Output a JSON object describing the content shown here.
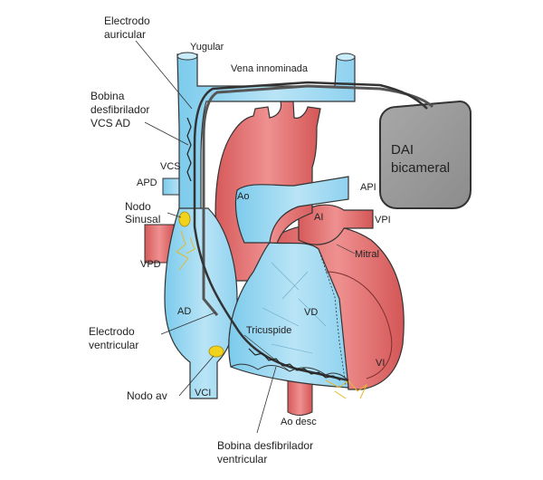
{
  "labels": {
    "electrodo_auricular_1": "Electrodo",
    "electrodo_auricular_2": "auricular",
    "yugular": "Yugular",
    "vena_innominada": "Vena innominada",
    "bobina_vcs_1": "Bobina",
    "bobina_vcs_2": "desfibrilador",
    "bobina_vcs_3": "VCS AD",
    "device_1": "DAI",
    "device_2": "bicameral",
    "vcs": "VCS",
    "apd": "APD",
    "api": "API",
    "ao": "Ao",
    "ai": "AI",
    "vpi": "VPI",
    "nodo_sinusal_1": "Nodo",
    "nodo_sinusal_2": "Sinusal",
    "vpd": "VPD",
    "mitral": "Mitral",
    "ad": "AD",
    "vd": "VD",
    "tricuspide": "Tricuspide",
    "vi": "VI",
    "electrodo_ventricular_1": "Electrodo",
    "electrodo_ventricular_2": "ventricular",
    "nodo_av": "Nodo av",
    "vci": "VCI",
    "ao_desc": "Ao desc",
    "bobina_vent_1": "Bobina desfibrilador",
    "bobina_vent_2": "ventricular"
  },
  "colors": {
    "venous_blue": "#a9ddf3",
    "venous_blue_dark": "#6cc3e8",
    "arterial_red": "#e06a6a",
    "arterial_red_dark": "#c94848",
    "device_grey": "#9a9a9a",
    "lead": "#4a4a4a",
    "node_yellow": "#f1d21c",
    "conduction": "#e5b92a"
  }
}
